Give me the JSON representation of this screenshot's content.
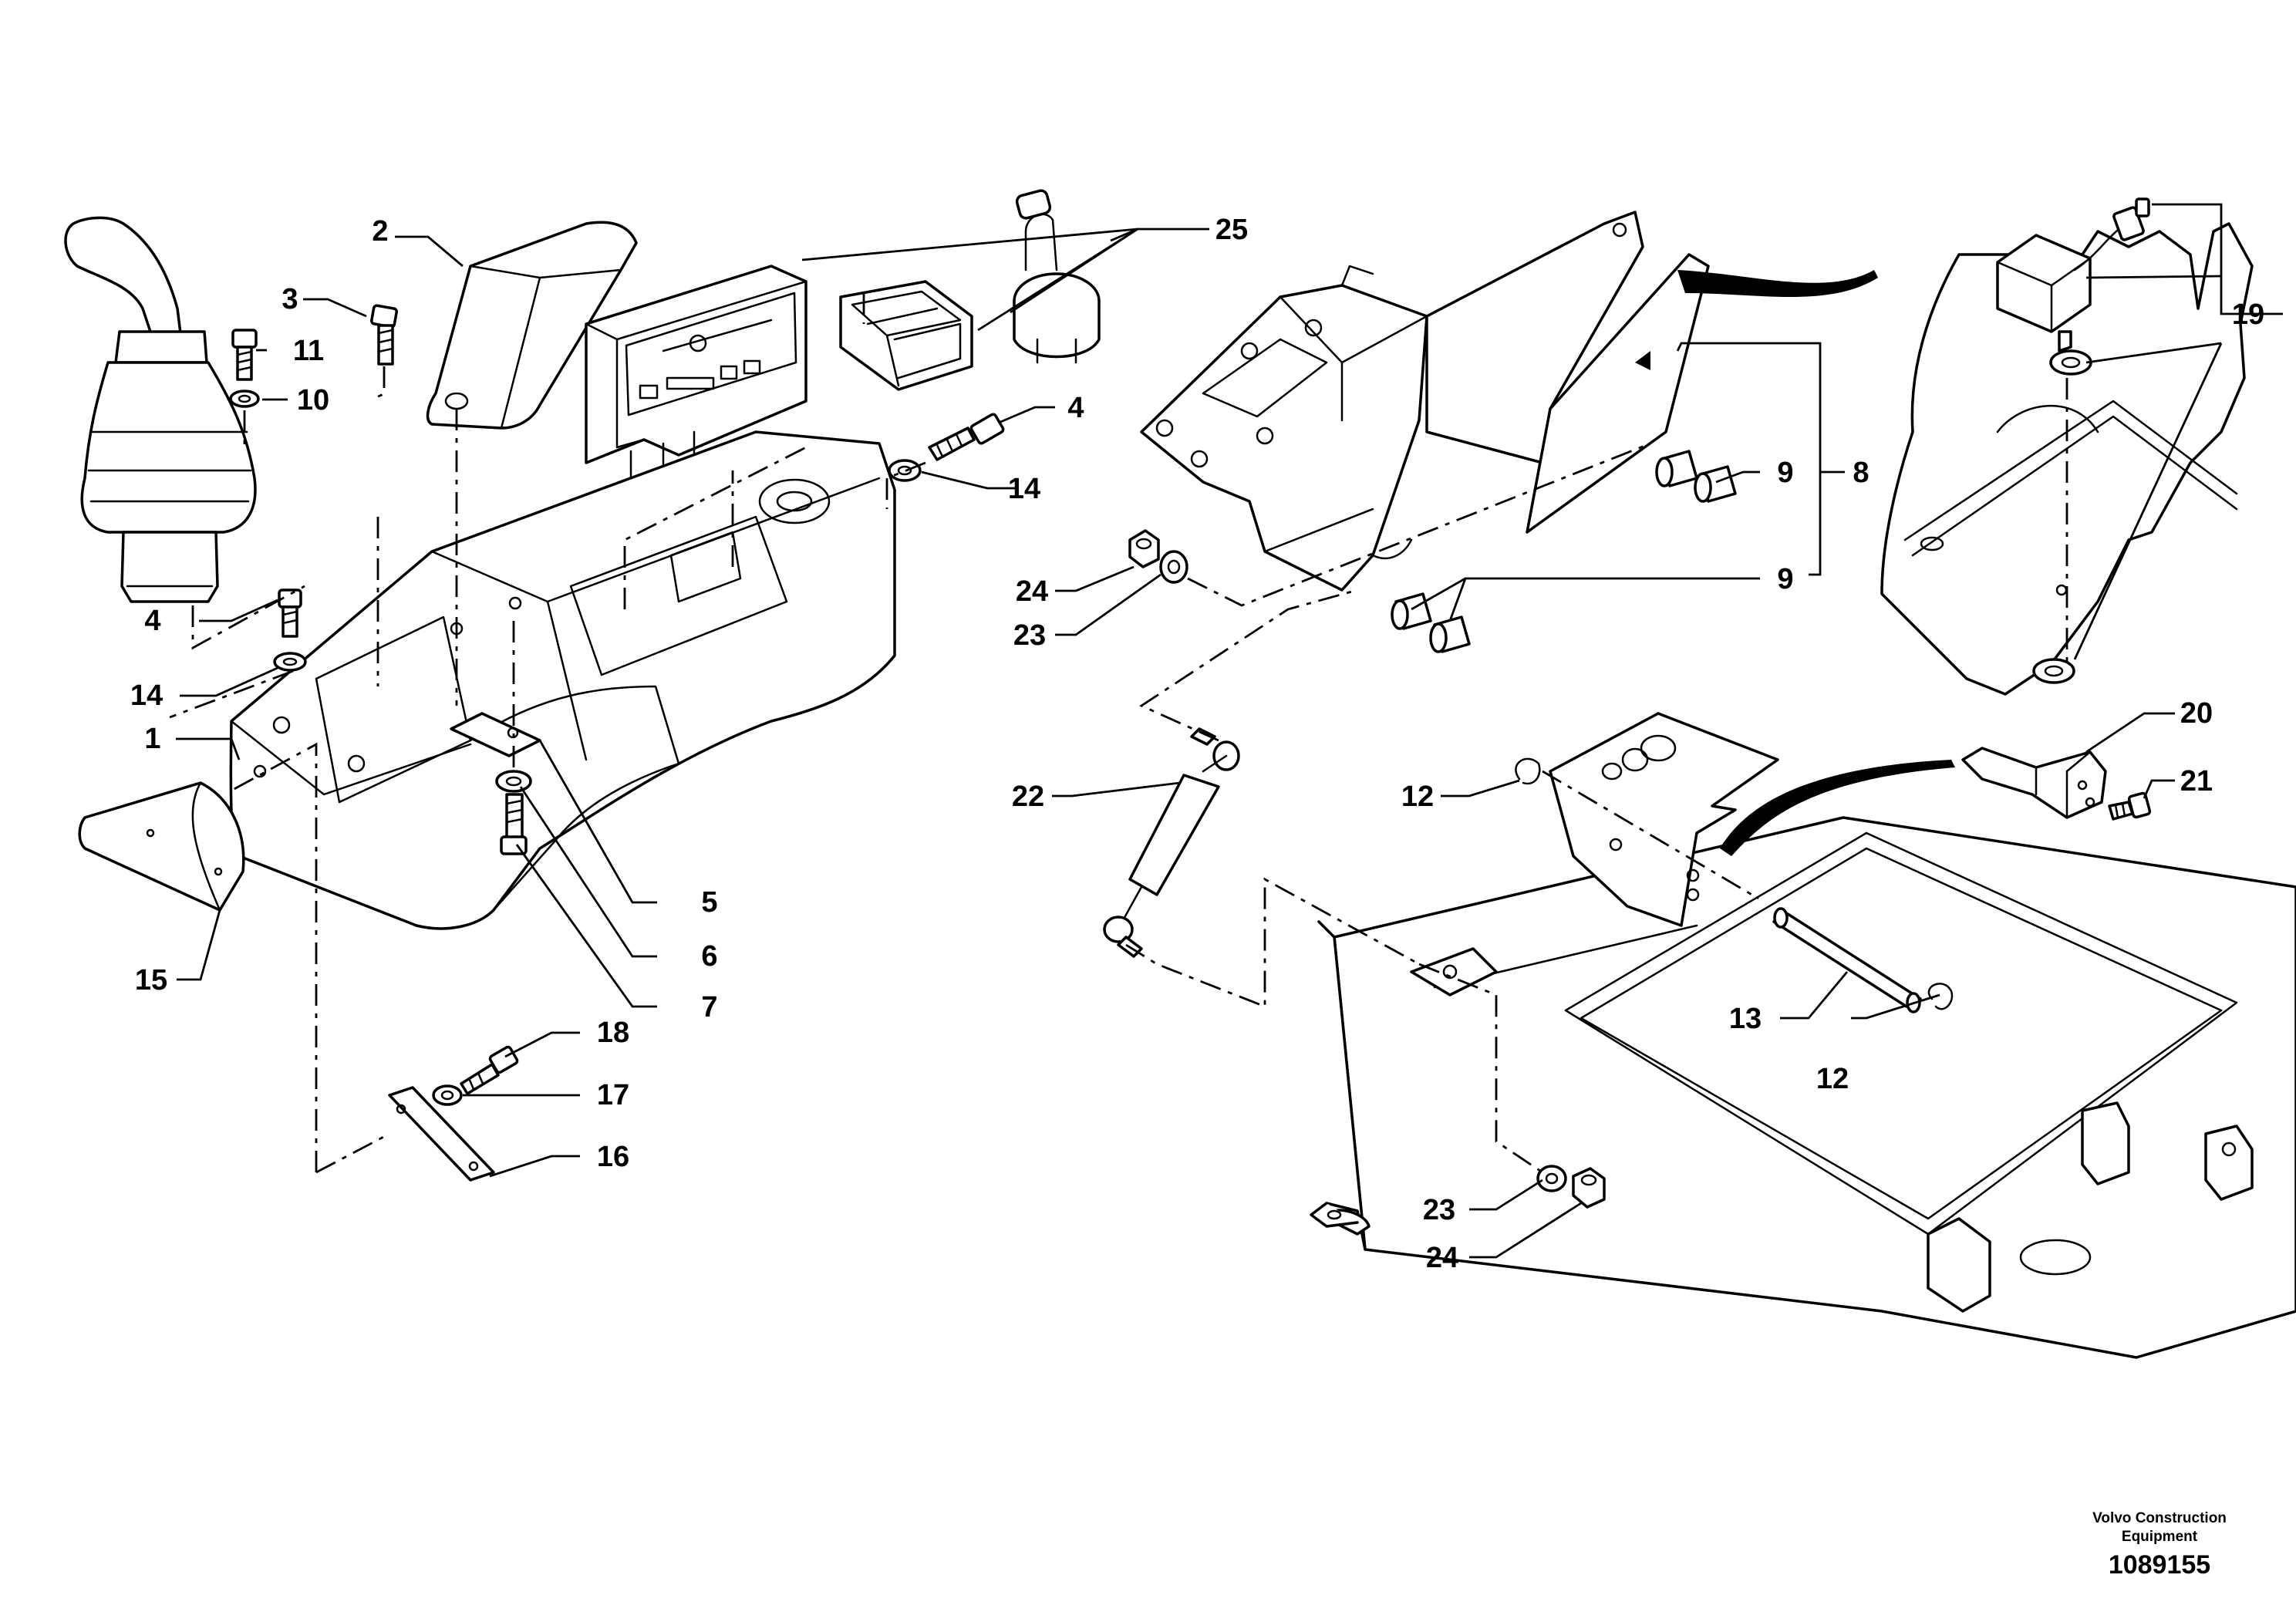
{
  "callouts": {
    "c1": "1",
    "c2": "2",
    "c3": "3",
    "c4a": "4",
    "c4b": "4",
    "c5": "5",
    "c6": "6",
    "c7": "7",
    "c8": "8",
    "c9a": "9",
    "c9b": "9",
    "c10": "10",
    "c11": "11",
    "c12a": "12",
    "c12b": "12",
    "c13": "13",
    "c14a": "14",
    "c14b": "14",
    "c15": "15",
    "c16": "16",
    "c17": "17",
    "c18": "18",
    "c19": "19",
    "c20": "20",
    "c21": "21",
    "c22": "22",
    "c23a": "23",
    "c23b": "23",
    "c24a": "24",
    "c24b": "24",
    "c25": "25"
  },
  "footer": {
    "company_line1": "Volvo Construction",
    "company_line2": "Equipment",
    "reference_number": "1089155"
  }
}
